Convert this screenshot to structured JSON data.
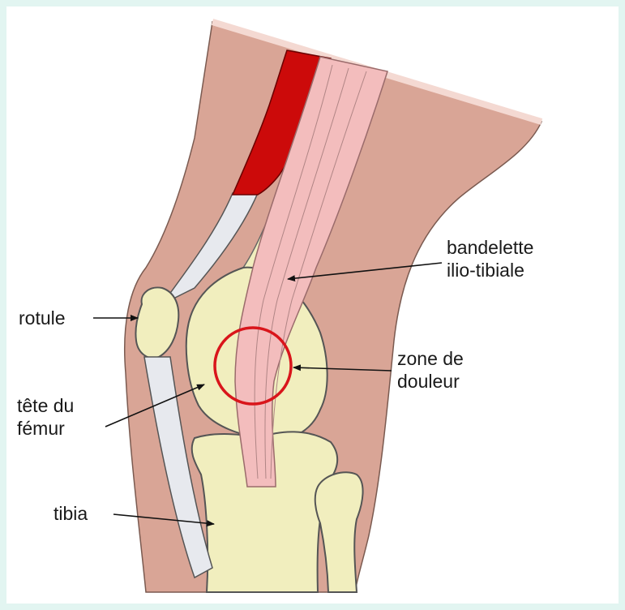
{
  "colors": {
    "page_background": "#e2f5f1",
    "skin": "#d9a596",
    "bone": "#f1eebe",
    "tendon": "#e7e9ee",
    "band": "#f3bdbd",
    "muscle": "#cc0a0a",
    "pain_circle": "#d9151b",
    "outline": "#4a4a4a"
  },
  "labels": {
    "patella": "rotule",
    "femur_head_line1": "tête du",
    "femur_head_line2": "fémur",
    "tibia": "tibia",
    "it_band_line1": "bandelette",
    "it_band_line2": "ilio-tibiale",
    "pain_zone_line1": "zone de",
    "pain_zone_line2": "douleur"
  }
}
